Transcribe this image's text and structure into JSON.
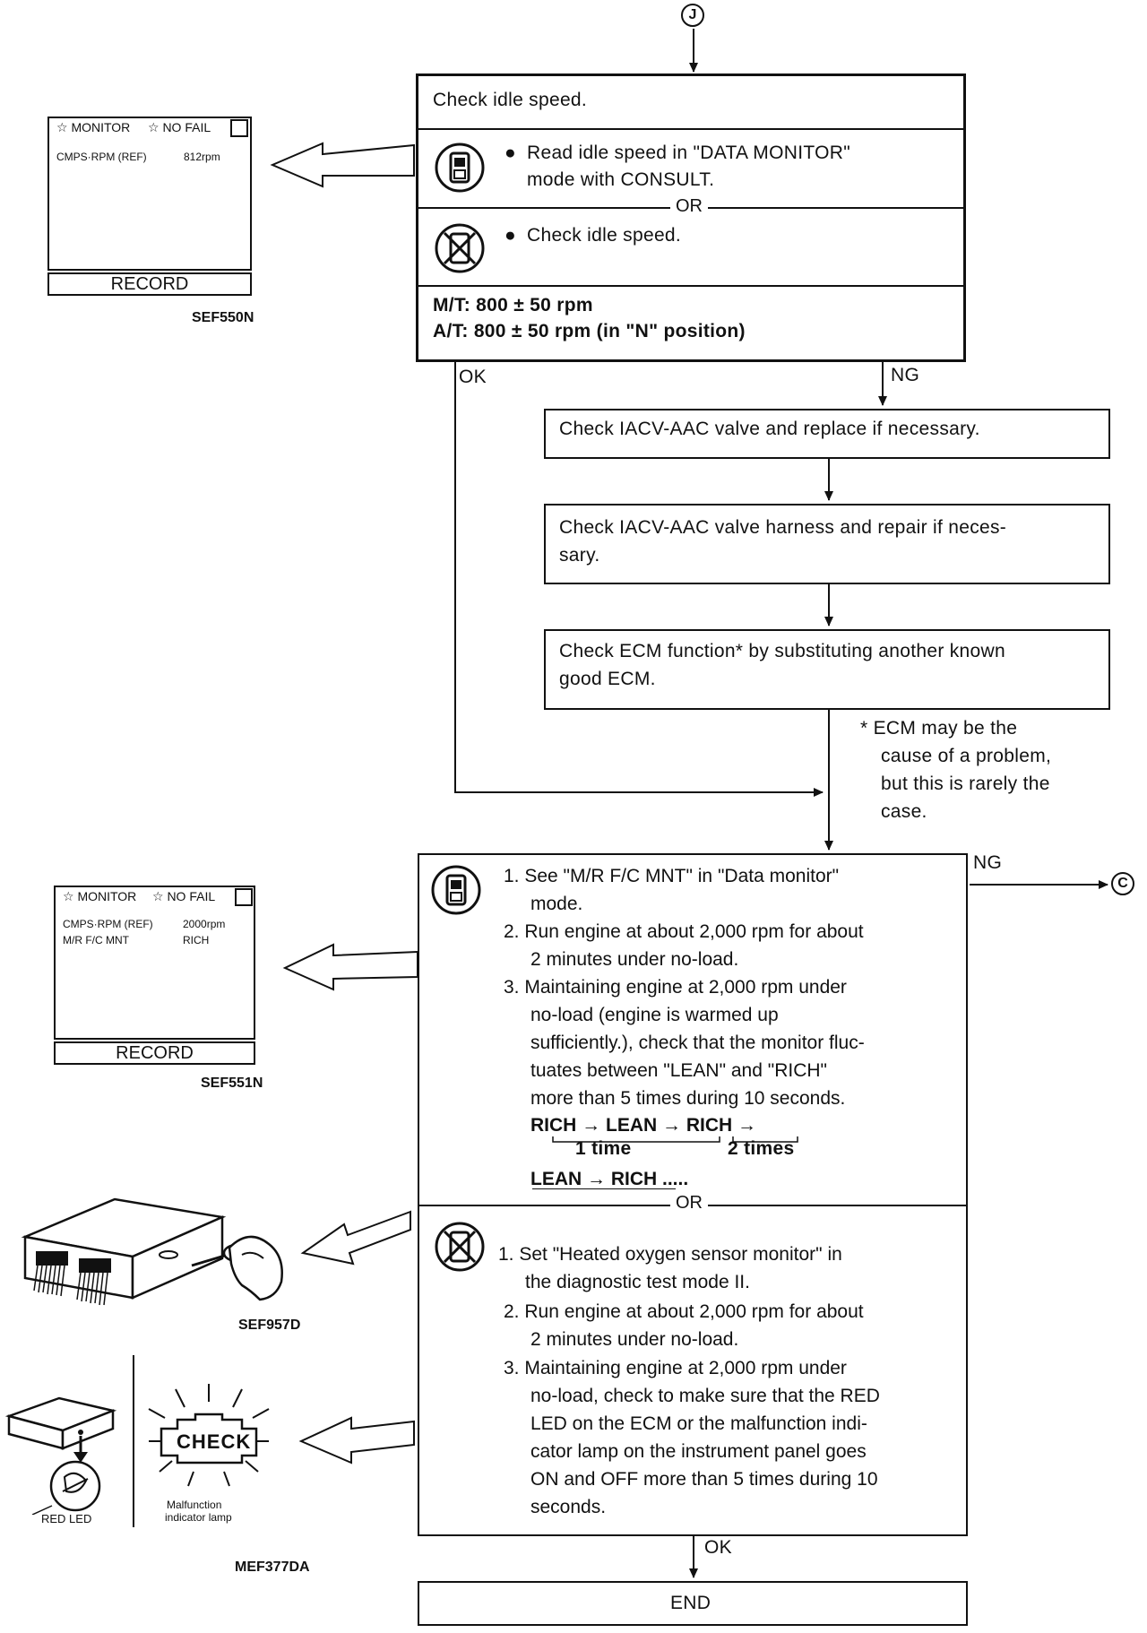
{
  "connectors": {
    "top": "J",
    "right": "C"
  },
  "box1": {
    "header": "Check idle speed.",
    "consult_line1": "Read idle speed in \"DATA MONITOR\"",
    "consult_line2": "mode with CONSULT.",
    "or": "OR",
    "noconsult": "Check idle speed.",
    "spec1": "M/T: 800 ± 50 rpm",
    "spec2": "A/T: 800 ± 50 rpm (in \"N\" position)"
  },
  "labels": {
    "ok": "OK",
    "ng": "NG",
    "ng2": "NG",
    "ok2": "OK"
  },
  "box_iacv": "Check IACV-AAC valve and replace if necessary.",
  "box_harness_1": "Check IACV-AAC valve harness and repair if neces-",
  "box_harness_2": "sary.",
  "box_ecm_1": "Check ECM function* by substituting another known",
  "box_ecm_2": "good ECM.",
  "note": {
    "l1": "*  ECM may be the",
    "l2": "cause of a problem,",
    "l3": "but this is rarely the",
    "l4": "case."
  },
  "monitor1": {
    "h1": "☆ MONITOR",
    "h2": "☆ NO FAIL",
    "row1_label": "CMPS·RPM (REF)",
    "row1_value": "812rpm",
    "record": "RECORD",
    "caption": "SEF550N"
  },
  "monitor2": {
    "h1": "☆ MONITOR",
    "h2": "☆ NO FAIL",
    "row1_label": "CMPS·RPM (REF)",
    "row1_value": "2000rpm",
    "row2_label": "M/R F/C MNT",
    "row2_value": "RICH",
    "record": "RECORD",
    "caption": "SEF551N"
  },
  "box2": {
    "s1_1": "1.  See \"M/R F/C MNT\" in \"Data monitor\"",
    "s1_2": "mode.",
    "s2_1": "2.  Run engine at about 2,000 rpm for about",
    "s2_2": "2 minutes under no-load.",
    "s3_1": "3.  Maintaining engine at 2,000 rpm under",
    "s3_2": "no-load (engine is warmed up",
    "s3_3": "sufficiently.), check that the monitor fluc-",
    "s3_4": "tuates between \"LEAN\" and \"RICH\"",
    "s3_5": "more than 5 times during 10 seconds.",
    "seq1": "RICH  →  LEAN  →  RICH  →",
    "seq_t1": "1 time",
    "seq_t2": "2 times",
    "seq2": "LEAN  →  RICH  .....",
    "or": "OR",
    "t1_1": "1.  Set \"Heated oxygen sensor monitor\" in",
    "t1_2": "the diagnostic test mode II.",
    "t2_1": "2.  Run engine at about 2,000 rpm for about",
    "t2_2": "2 minutes under no-load.",
    "t3_1": "3.  Maintaining engine at 2,000 rpm under",
    "t3_2": "no-load, check to make sure that the RED",
    "t3_3": "LED on the ECM or the malfunction indi-",
    "t3_4": "cator lamp on the instrument panel goes",
    "t3_5": "ON and OFF more than 5 times during 10",
    "t3_6": "seconds."
  },
  "fig_ecm": {
    "caption": "SEF957D"
  },
  "fig_led": {
    "red_led": "RED LED",
    "check": "CHECK",
    "mil_1": "Malfunction",
    "mil_2": "indicator lamp",
    "caption": "MEF377DA"
  },
  "end": "END"
}
